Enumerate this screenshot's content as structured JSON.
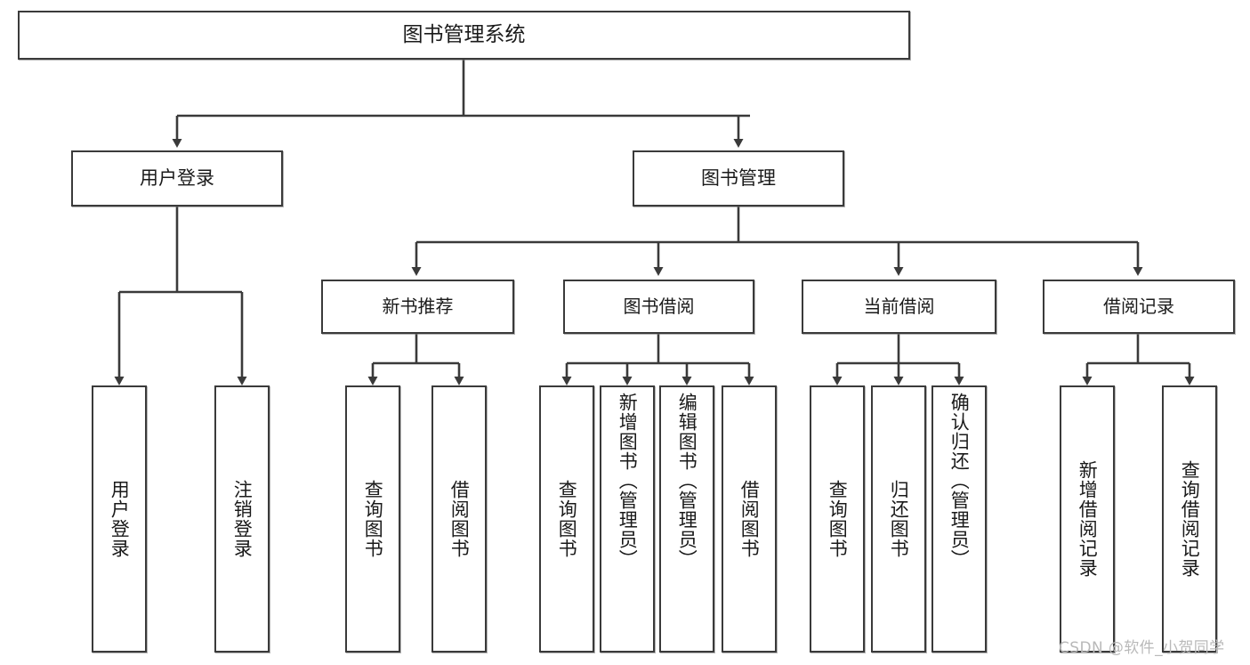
{
  "diagram": {
    "title": "图书管理系统",
    "type": "hierarchy-tree",
    "watermark": "CSDN @软件_小贺同学",
    "colors": {
      "stroke": "#3a3a3a",
      "fill": "#ffffff",
      "text": "#1a1a1a",
      "watermark": "#b9b9b9"
    },
    "levels": {
      "root": {
        "label": "图书管理系统"
      },
      "level2": [
        {
          "id": "user-login",
          "label": "用户登录"
        },
        {
          "id": "book-manage",
          "label": "图书管理"
        }
      ],
      "level3": [
        {
          "id": "new-book-recommend",
          "label": "新书推荐",
          "parent": "book-manage"
        },
        {
          "id": "book-borrow",
          "label": "图书借阅",
          "parent": "book-manage"
        },
        {
          "id": "current-borrow",
          "label": "当前借阅",
          "parent": "book-manage"
        },
        {
          "id": "borrow-record",
          "label": "借阅记录",
          "parent": "book-manage"
        }
      ],
      "leaves": [
        {
          "id": "leaf-user-login",
          "label": "用户登录",
          "parent": "user-login"
        },
        {
          "id": "leaf-user-logout",
          "label": "注销登录",
          "parent": "user-login"
        },
        {
          "id": "leaf-query-book-1",
          "label": "查询图书",
          "parent": "new-book-recommend"
        },
        {
          "id": "leaf-borrow-book-1",
          "label": "借阅图书",
          "parent": "new-book-recommend"
        },
        {
          "id": "leaf-query-book-2",
          "label": "查询图书",
          "parent": "book-borrow"
        },
        {
          "id": "leaf-add-book",
          "label": "新增图书（管理员）",
          "parent": "book-borrow"
        },
        {
          "id": "leaf-edit-book",
          "label": "编辑图书（管理员）",
          "parent": "book-borrow"
        },
        {
          "id": "leaf-borrow-book-2",
          "label": "借阅图书",
          "parent": "book-borrow"
        },
        {
          "id": "leaf-query-book-3",
          "label": "查询图书",
          "parent": "current-borrow"
        },
        {
          "id": "leaf-return-book",
          "label": "归还图书",
          "parent": "current-borrow"
        },
        {
          "id": "leaf-confirm-return",
          "label": "确认归还（管理员）",
          "parent": "current-borrow"
        },
        {
          "id": "leaf-add-record",
          "label": "新增借阅记录",
          "parent": "borrow-record"
        },
        {
          "id": "leaf-query-record",
          "label": "查询借阅记录",
          "parent": "borrow-record"
        }
      ]
    }
  }
}
